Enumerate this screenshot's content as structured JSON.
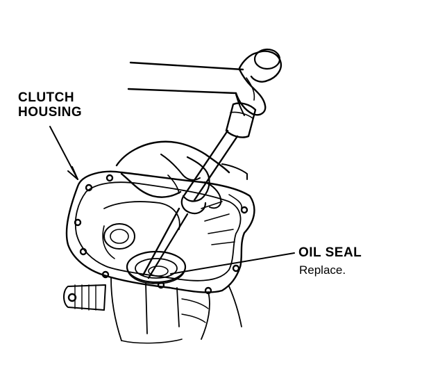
{
  "labels": {
    "clutch_housing_line1": "CLUTCH",
    "clutch_housing_line2": "HOUSING",
    "oil_seal": "OIL SEAL",
    "oil_seal_note": "Replace."
  },
  "colors": {
    "ink": "#000000",
    "paper": "#ffffff"
  }
}
